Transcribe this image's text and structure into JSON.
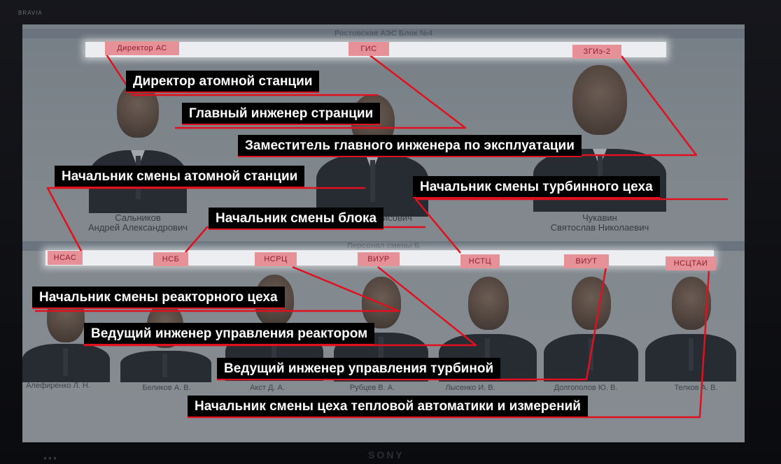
{
  "tv": {
    "brand": "BRAVIA",
    "maker": "SONY",
    "dots": "● ● ●"
  },
  "screen": {
    "title": "Ростовская АЭС Блок №4",
    "section_title": "Персонал смены Б",
    "persons_top": [
      {
        "line1": "Сальников",
        "line2": "Андрей Александрович"
      },
      {
        "line1": "",
        "line2": "Андрей Борисович"
      },
      {
        "line1": "Чукавин",
        "line2": "Святослав Николаевич"
      }
    ],
    "persons_bottom": [
      "Алефиренко Л. Н.",
      "Беликов А. В.",
      "Акст Д. А.",
      "Рубцев В. А.",
      "Лысенко И. В.",
      "Долгополов Ю. В.",
      "Телков А. В."
    ]
  },
  "tags": {
    "top": [
      "Директор АС",
      "ГИС",
      "ЗГИэ-2"
    ],
    "bottom": [
      "НСАС",
      "НСБ",
      "НСРЦ",
      "ВИУР",
      "НСТЦ",
      "ВИУТ",
      "НСЦТАИ"
    ]
  },
  "labels": [
    "Директор атомной станции",
    "Главный инженер странции",
    "Заместитель главного инженера по эксплуатации",
    "Начальник смены атомной станции",
    "Начальник смены турбинного цеха",
    "Начальник смены блока",
    "Начальник смены реакторного цеха",
    "Ведущий инженер управления реактором",
    "Ведущий инженер управления турбиной",
    "Начальник смены цеха тепловой автоматики и измерений"
  ],
  "colors": {
    "accent_line": "#e0101e",
    "tag_bg": "#e69098",
    "tag_text": "#8e1e2a"
  }
}
